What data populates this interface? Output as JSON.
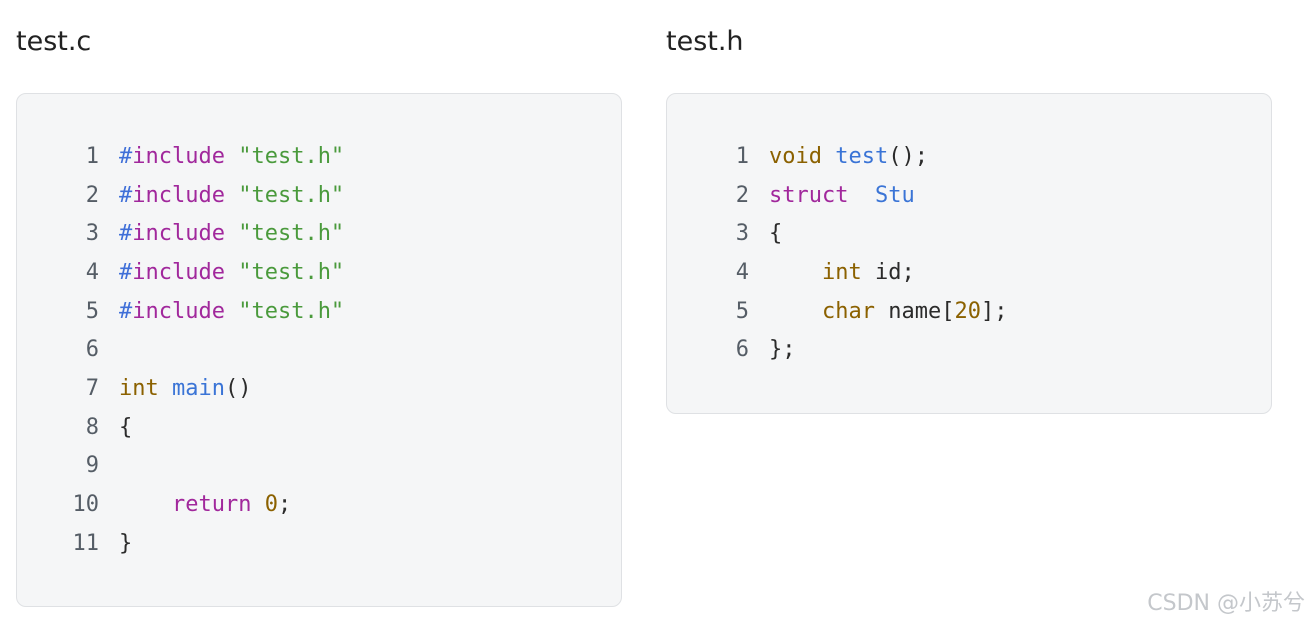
{
  "files": [
    {
      "title": "test.c",
      "lines": [
        {
          "num": "1",
          "tokens": [
            {
              "t": "#",
              "c": "c-dir-hash"
            },
            {
              "t": "include",
              "c": "c-dir"
            },
            {
              "t": " ",
              "c": "c-plain"
            },
            {
              "t": "\"test.h\"",
              "c": "c-str"
            }
          ]
        },
        {
          "num": "2",
          "tokens": [
            {
              "t": "#",
              "c": "c-dir-hash"
            },
            {
              "t": "include",
              "c": "c-dir"
            },
            {
              "t": " ",
              "c": "c-plain"
            },
            {
              "t": "\"test.h\"",
              "c": "c-str"
            }
          ]
        },
        {
          "num": "3",
          "tokens": [
            {
              "t": "#",
              "c": "c-dir-hash"
            },
            {
              "t": "include",
              "c": "c-dir"
            },
            {
              "t": " ",
              "c": "c-plain"
            },
            {
              "t": "\"test.h\"",
              "c": "c-str"
            }
          ]
        },
        {
          "num": "4",
          "tokens": [
            {
              "t": "#",
              "c": "c-dir-hash"
            },
            {
              "t": "include",
              "c": "c-dir"
            },
            {
              "t": " ",
              "c": "c-plain"
            },
            {
              "t": "\"test.h\"",
              "c": "c-str"
            }
          ]
        },
        {
          "num": "5",
          "tokens": [
            {
              "t": "#",
              "c": "c-dir-hash"
            },
            {
              "t": "include",
              "c": "c-dir"
            },
            {
              "t": " ",
              "c": "c-plain"
            },
            {
              "t": "\"test.h\"",
              "c": "c-str"
            }
          ]
        },
        {
          "num": "6",
          "tokens": []
        },
        {
          "num": "7",
          "tokens": [
            {
              "t": "int",
              "c": "c-type"
            },
            {
              "t": " ",
              "c": "c-plain"
            },
            {
              "t": "main",
              "c": "c-fn"
            },
            {
              "t": "()",
              "c": "c-plain"
            }
          ]
        },
        {
          "num": "8",
          "tokens": [
            {
              "t": "{",
              "c": "c-plain"
            }
          ]
        },
        {
          "num": "9",
          "tokens": []
        },
        {
          "num": "10",
          "tokens": [
            {
              "t": "    ",
              "c": "c-plain"
            },
            {
              "t": "return",
              "c": "c-kw"
            },
            {
              "t": " ",
              "c": "c-plain"
            },
            {
              "t": "0",
              "c": "c-num"
            },
            {
              "t": ";",
              "c": "c-plain"
            }
          ]
        },
        {
          "num": "11",
          "tokens": [
            {
              "t": "}",
              "c": "c-plain"
            }
          ]
        }
      ]
    },
    {
      "title": "test.h",
      "lines": [
        {
          "num": "1",
          "tokens": [
            {
              "t": "void",
              "c": "c-type"
            },
            {
              "t": " ",
              "c": "c-plain"
            },
            {
              "t": "test",
              "c": "c-fn"
            },
            {
              "t": "();",
              "c": "c-plain"
            }
          ]
        },
        {
          "num": "2",
          "tokens": [
            {
              "t": "struct",
              "c": "c-kw"
            },
            {
              "t": "  ",
              "c": "c-plain"
            },
            {
              "t": "Stu",
              "c": "c-fn"
            }
          ]
        },
        {
          "num": "3",
          "tokens": [
            {
              "t": "{",
              "c": "c-plain"
            }
          ]
        },
        {
          "num": "4",
          "tokens": [
            {
              "t": "    ",
              "c": "c-plain"
            },
            {
              "t": "int",
              "c": "c-type"
            },
            {
              "t": " id;",
              "c": "c-plain"
            }
          ]
        },
        {
          "num": "5",
          "tokens": [
            {
              "t": "    ",
              "c": "c-plain"
            },
            {
              "t": "char",
              "c": "c-type"
            },
            {
              "t": " name[",
              "c": "c-plain"
            },
            {
              "t": "20",
              "c": "c-num"
            },
            {
              "t": "];",
              "c": "c-plain"
            }
          ]
        },
        {
          "num": "6",
          "tokens": [
            {
              "t": "};",
              "c": "c-plain"
            }
          ]
        }
      ]
    }
  ],
  "watermark": "CSDN @小苏兮",
  "colors": {
    "panel_bg": "#f5f6f7",
    "panel_border": "#dfe1e4",
    "keyword": "#a1289c",
    "type": "#8b6100",
    "function": "#3a74d6",
    "string": "#4a9a3c",
    "line_number": "#555d66"
  }
}
